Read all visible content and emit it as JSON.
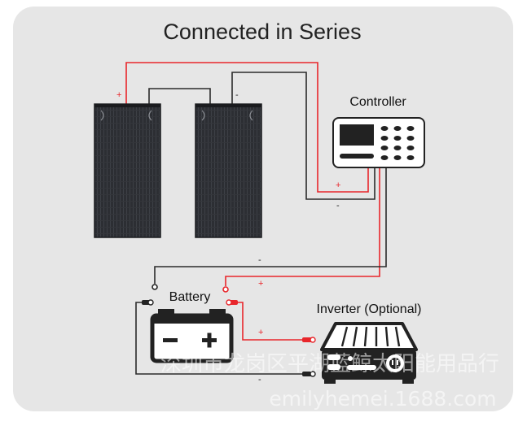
{
  "title": "Connected in Series",
  "labels": {
    "controller": "Controller",
    "battery": "Battery",
    "inverter": "Inverter (Optional)"
  },
  "polarity": {
    "plus": "+",
    "minus": "-"
  },
  "watermark": {
    "line1": "深圳市龙岗区平湖蓝鲸太阳能用品行",
    "line2": "emilyhemei.1688.com"
  },
  "colors": {
    "positive_wire": "#e8262b",
    "negative_wire": "#2b2b2b",
    "panel": "#2a2c31",
    "background": "#e6e6e6"
  }
}
